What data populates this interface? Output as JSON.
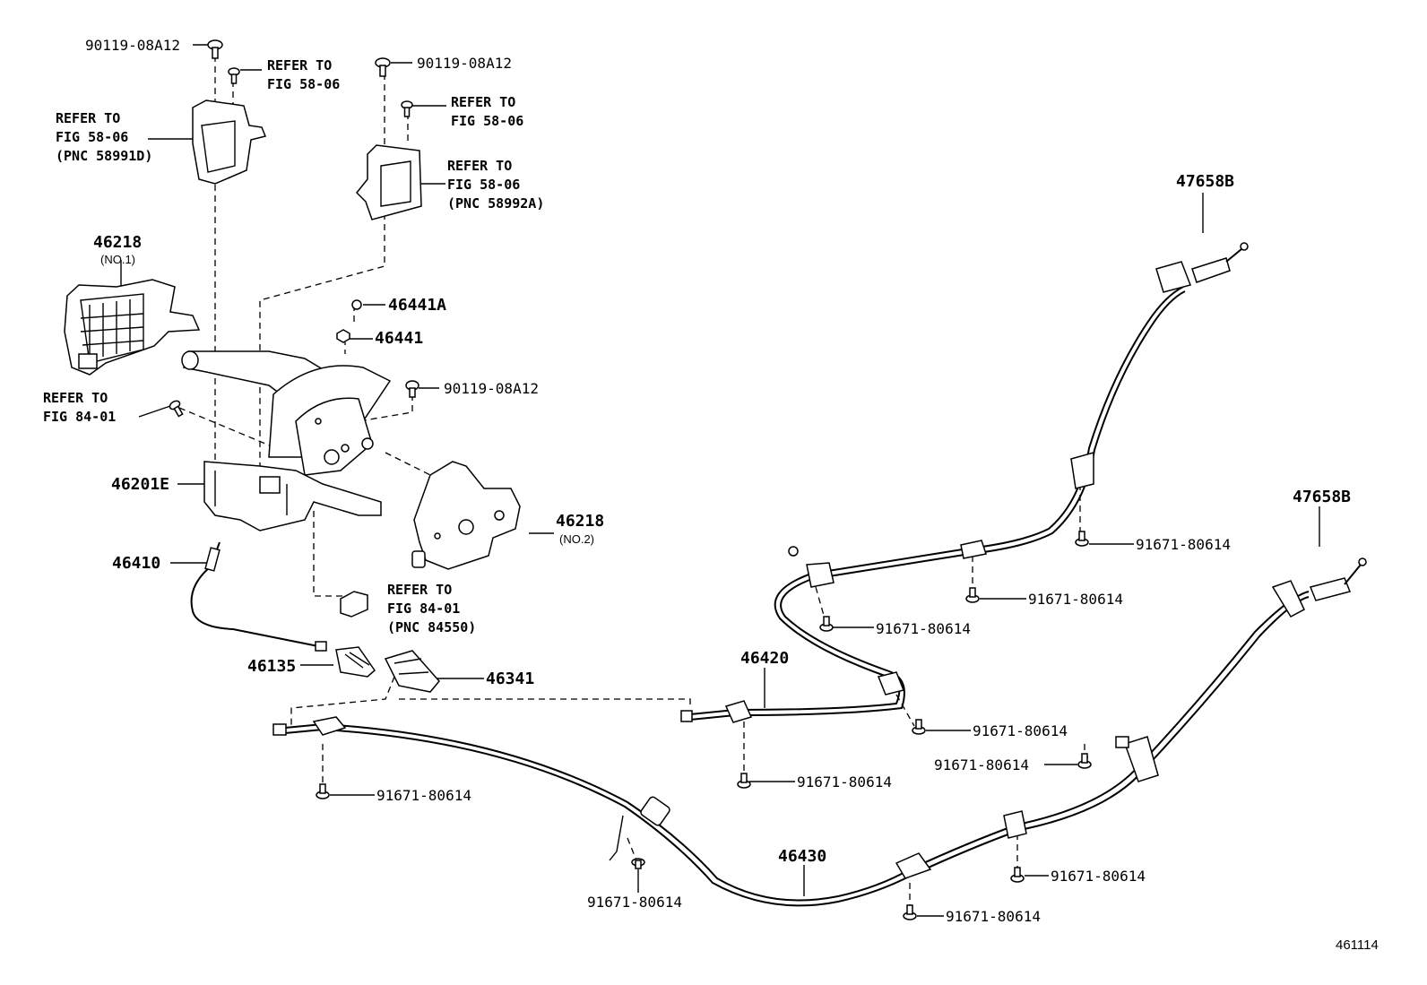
{
  "figure_id": "461114",
  "parts": {
    "bolt_a": "90119-08A12",
    "bolt_b": "90119-08A12",
    "bolt_c": "90119-08A12",
    "cover_no1": "46218",
    "cover_no1_note": "(NO.1)",
    "cover_no2": "46218",
    "cover_no2_note": "(NO.2)",
    "clip_a": "46441A",
    "clip": "46441",
    "lever_sub": "46201E",
    "cable_no1": "46410",
    "equalizer_a": "46135",
    "equalizer_b": "46341",
    "cable_no2": "46420",
    "cable_no3": "46430",
    "shoe_r": "47658B",
    "shoe_l": "47658B",
    "bolt_1": "91671-80614",
    "bolt_2": "91671-80614",
    "bolt_3": "91671-80614",
    "bolt_4": "91671-80614",
    "bolt_5": "91671-80614",
    "bolt_6": "91671-80614",
    "bolt_7": "91671-80614",
    "bolt_8": "91671-80614",
    "bolt_9": "91671-80614",
    "bolt_10": "91671-80614"
  },
  "references": {
    "ref_a": "REFER TO\nFIG 58-06",
    "ref_b": "REFER TO\nFIG 58-06\n(PNC 58991D)",
    "ref_c": "REFER TO\nFIG 58-06",
    "ref_d": "REFER TO\nFIG 58-06\n(PNC 58992A)",
    "ref_e": "REFER TO\nFIG 84-01",
    "ref_f": "REFER TO\nFIG 84-01\n(PNC 84550)"
  }
}
